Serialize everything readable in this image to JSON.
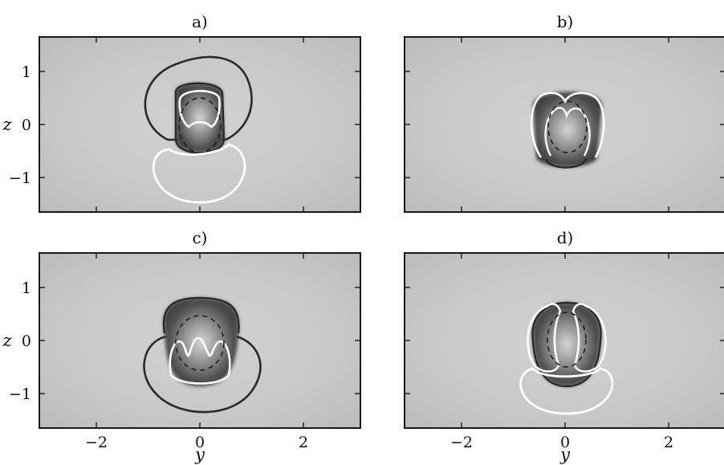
{
  "figure": {
    "panels": [
      {
        "title": "a)",
        "show_ylabel": true,
        "show_xlabel": false
      },
      {
        "title": "b)",
        "show_ylabel": false,
        "show_xlabel": false
      },
      {
        "title": "c)",
        "show_ylabel": true,
        "show_xlabel": true
      },
      {
        "title": "d)",
        "show_ylabel": false,
        "show_xlabel": true
      }
    ],
    "xlabel": "y",
    "ylabel": "z",
    "x_ticks": [
      -2,
      0,
      2
    ],
    "x_tick_labels": [
      "−2",
      "0",
      "2"
    ],
    "y_ticks": [
      1,
      0,
      -1
    ],
    "y_tick_labels": [
      "1",
      "0",
      "−1"
    ],
    "xlim": [
      -3.1,
      3.1
    ],
    "ylim": [
      -1.65,
      1.65
    ],
    "colors": {
      "background_field": "#c8c8c8",
      "core_dark": "#4a4a4a",
      "contour_dark": "#2a2a2a",
      "contour_white": "#ffffff",
      "contour_dashed": "#1e1e1e"
    }
  },
  "chart_data": {
    "type": "contour",
    "panels": [
      {
        "title": "a)",
        "xlim": [
          -3.1,
          3.1
        ],
        "ylim": [
          -1.65,
          1.65
        ],
        "x_ticks": [
          -2,
          0,
          2
        ],
        "y_ticks": [
          -1,
          0,
          1
        ]
      },
      {
        "title": "b)",
        "xlim": [
          -3.1,
          3.1
        ],
        "ylim": [
          -1.65,
          1.65
        ],
        "x_ticks": [
          -2,
          0,
          2
        ],
        "y_ticks": [
          -1,
          0,
          1
        ]
      },
      {
        "title": "c)",
        "xlim": [
          -3.1,
          3.1
        ],
        "ylim": [
          -1.65,
          1.65
        ],
        "x_ticks": [
          -2,
          0,
          2
        ],
        "y_ticks": [
          -1,
          0,
          1
        ]
      },
      {
        "title": "d)",
        "xlim": [
          -3.1,
          3.1
        ],
        "ylim": [
          -1.65,
          1.65
        ],
        "x_ticks": [
          -2,
          0,
          2
        ],
        "y_ticks": [
          -1,
          0,
          1
        ]
      }
    ],
    "xlabel": "y",
    "ylabel": "z"
  }
}
